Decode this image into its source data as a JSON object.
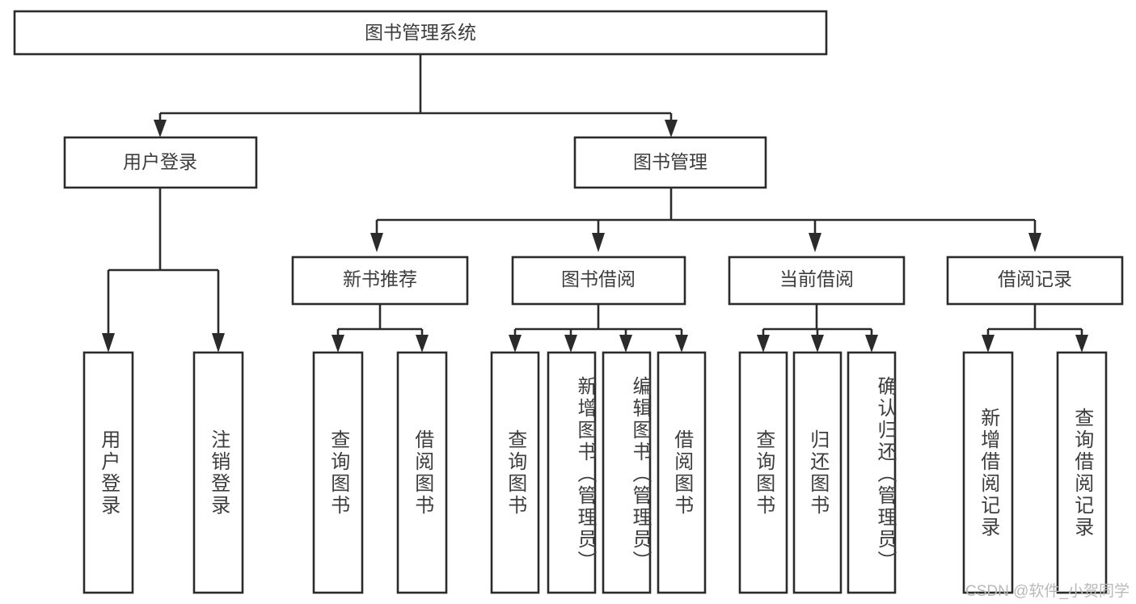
{
  "diagram": {
    "title_node": {
      "label": "图书管理系统"
    },
    "level2": [
      {
        "id": "user-login",
        "label": "用户登录"
      },
      {
        "id": "book-management",
        "label": "图书管理"
      }
    ],
    "level3": [
      {
        "id": "new-book-recommend",
        "label": "新书推荐"
      },
      {
        "id": "book-borrow",
        "label": "图书借阅"
      },
      {
        "id": "current-borrow",
        "label": "当前借阅"
      },
      {
        "id": "borrow-record",
        "label": "借阅记录"
      }
    ],
    "leaves": {
      "user_login": [
        {
          "id": "leaf-user-login",
          "label": "用户登录"
        },
        {
          "id": "leaf-logout-login",
          "label": "注销登录"
        }
      ],
      "new_book_recommend": [
        {
          "id": "leaf-query-book-1",
          "label": "查询图书"
        },
        {
          "id": "leaf-borrow-book-1",
          "label": "借阅图书"
        }
      ],
      "book_borrow": [
        {
          "id": "leaf-query-book-2",
          "label": "查询图书"
        },
        {
          "id": "leaf-add-book",
          "label": "新增图书（管理员）"
        },
        {
          "id": "leaf-edit-book",
          "label": "编辑图书（管理员）"
        },
        {
          "id": "leaf-borrow-book-2",
          "label": "借阅图书"
        }
      ],
      "current_borrow": [
        {
          "id": "leaf-query-book-3",
          "label": "查询图书"
        },
        {
          "id": "leaf-return-book",
          "label": "归还图书"
        },
        {
          "id": "leaf-confirm-return",
          "label": "确认归还（管理员）"
        }
      ],
      "borrow_record": [
        {
          "id": "leaf-add-borrow-record",
          "label": "新增借阅记录"
        },
        {
          "id": "leaf-query-borrow-record",
          "label": "查询借阅记录"
        }
      ]
    },
    "colors": {
      "stroke": "#2b2b2b",
      "text": "#3d3d3d",
      "background": "#ffffff",
      "watermark": "#b9b9b9"
    }
  },
  "watermark": {
    "text": "CSDN @软件_小贺同学"
  }
}
